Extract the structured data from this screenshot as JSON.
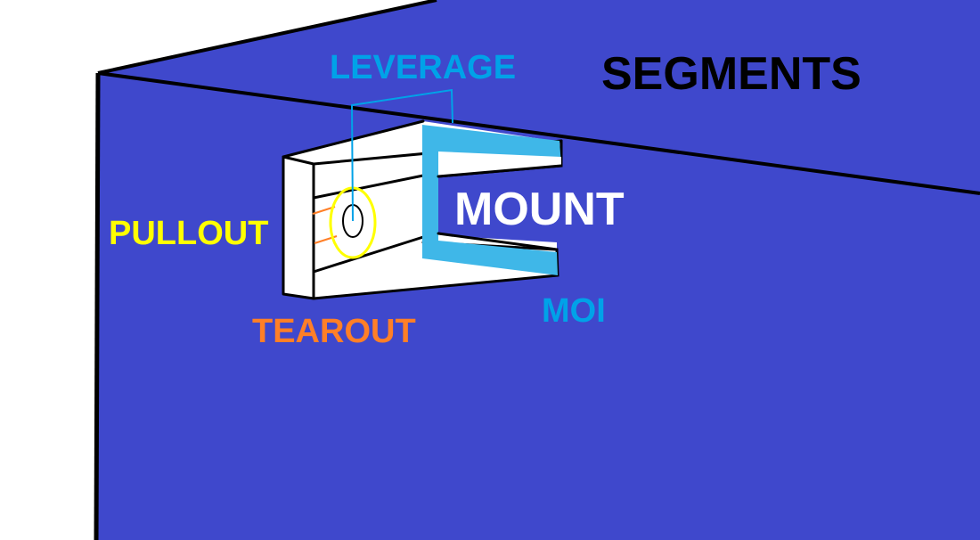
{
  "labels": {
    "segments": "SEGMENTS",
    "leverage": "LEVERAGE",
    "mount": "MOUNT",
    "pullout": "PULLOUT",
    "tearout": "TEAROUT",
    "moi": "MOI"
  },
  "colors": {
    "background": "#ffffff",
    "panel": "#3f48cc",
    "bracket": "#ffffff",
    "outline": "#000000",
    "segments_text": "#000000",
    "leverage_text": "#00a2e8",
    "mount_text": "#ffffff",
    "pullout_text": "#ffff00",
    "tearout_text": "#ff7f27",
    "moi_text": "#00a2e8",
    "mount_highlight": "#3fb7e8",
    "leverage_line": "#00a2e8",
    "washer_ring": "#ffff00",
    "tear_lines": "#ff7f27"
  }
}
